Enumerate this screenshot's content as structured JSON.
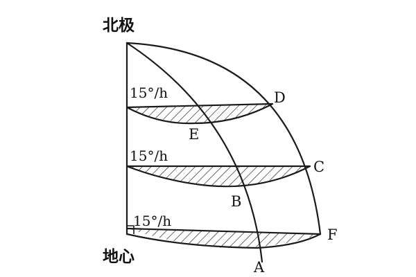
{
  "labels": {
    "north_pole": "北极",
    "earth_center": "地心"
  },
  "rotation_rate_labels": [
    {
      "text": "15°/h"
    },
    {
      "text": "15°/h"
    },
    {
      "text": "15°/h"
    }
  ],
  "points": [
    {
      "name": "D"
    },
    {
      "name": "E"
    },
    {
      "name": "C"
    },
    {
      "name": "B"
    },
    {
      "name": "F"
    },
    {
      "name": "A"
    }
  ]
}
